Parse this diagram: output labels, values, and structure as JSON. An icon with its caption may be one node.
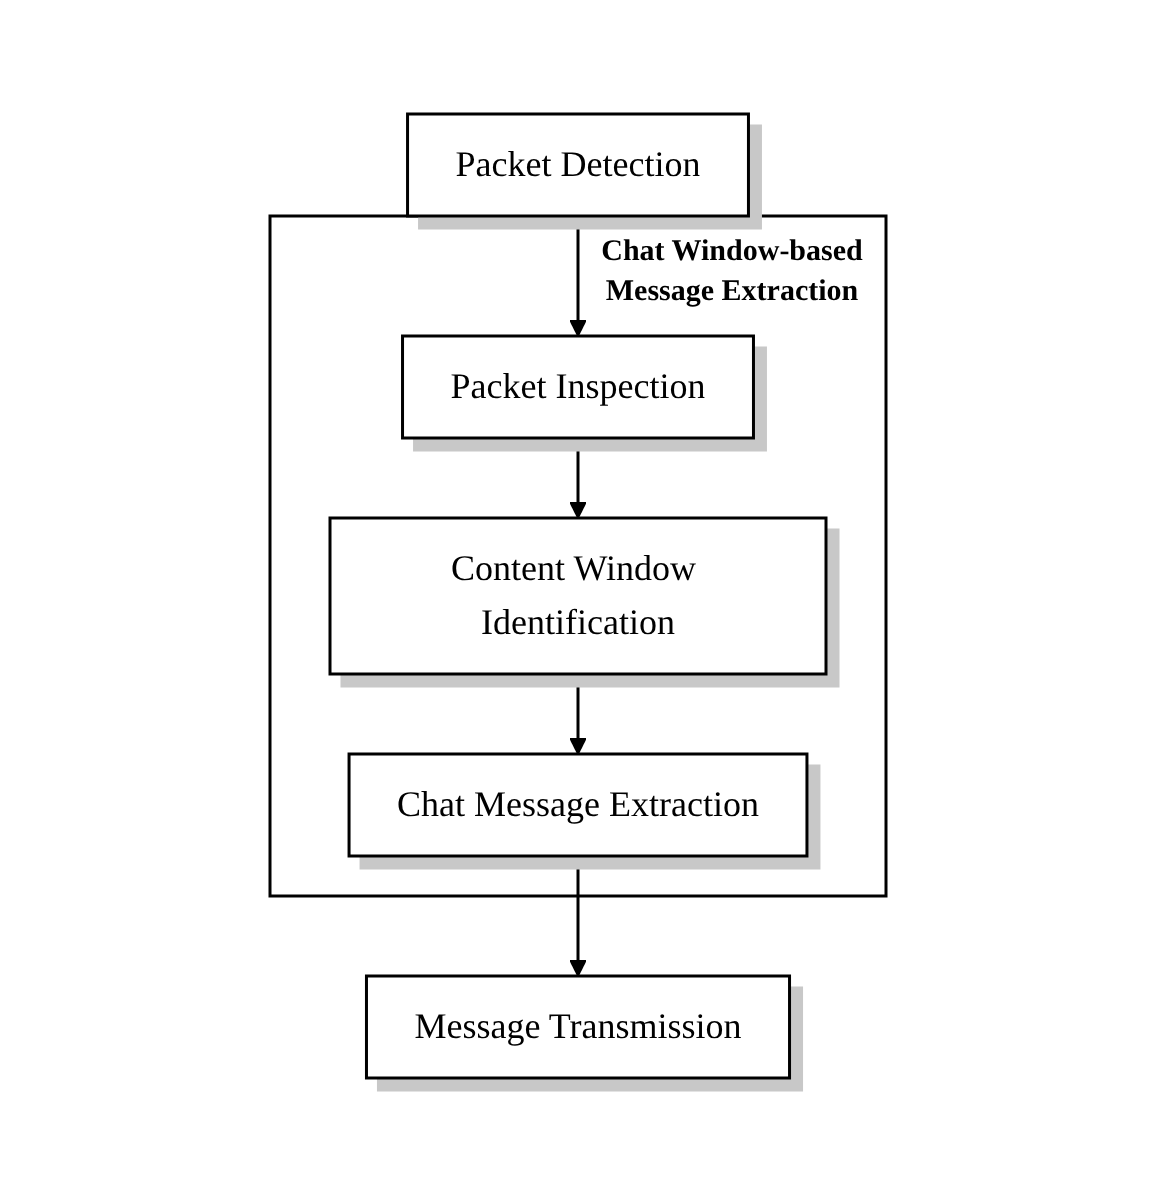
{
  "diagram": {
    "nodes": [
      {
        "text": [
          "Packet Detection"
        ]
      },
      {
        "text": [
          "Chat Window-based Message Extraction"
        ]
      },
      {
        "text": [
          "Packet Inspection"
        ],
        "in": 1
      },
      {
        "text": [
          "Content Window Identification"
        ],
        "in": 1
      },
      {
        "text": [
          "Chat Message Extraction"
        ],
        "in": 1
      },
      {
        "text": [
          "Message Transmission"
        ]
      }
    ],
    "edges": [
      {
        "from": 0,
        "to": 2,
        "arrow": "to"
      },
      {
        "from": 2,
        "to": 3,
        "arrow": "to"
      },
      {
        "from": 3,
        "to": 4,
        "arrow": "to"
      },
      {
        "from": 4,
        "to": 5,
        "arrow": "to"
      }
    ]
  }
}
